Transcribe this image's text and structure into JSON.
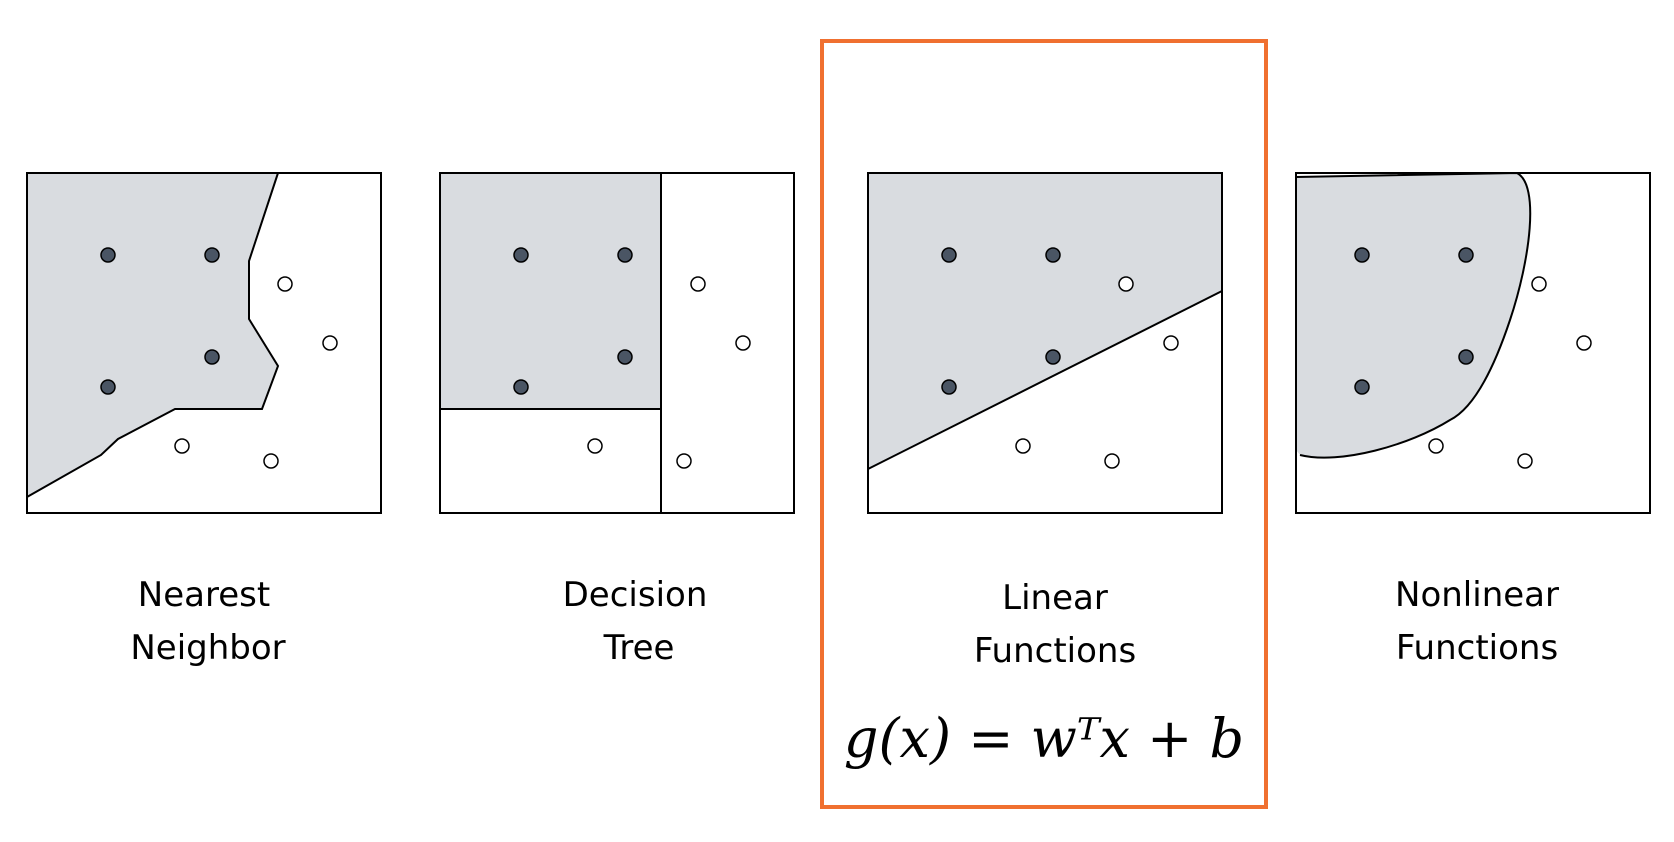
{
  "colors": {
    "region_fill": "#d9dce0",
    "dot_filled": "#4a5564",
    "dot_open": "#ffffff",
    "stroke": "#000000",
    "highlight": "#f07030"
  },
  "panels": [
    {
      "id": "nearest-neighbor",
      "label_line1": "Nearest",
      "label_line2": "Neighbor",
      "highlighted": false
    },
    {
      "id": "decision-tree",
      "label_line1": "Decision",
      "label_line2": "Tree",
      "highlighted": false
    },
    {
      "id": "linear-functions",
      "label_line1": "Linear",
      "label_line2": "Functions",
      "highlighted": true,
      "equation": "g(x) = wᵀx + b"
    },
    {
      "id": "nonlinear-functions",
      "label_line1": "Nonlinear",
      "label_line2": "Functions",
      "highlighted": false
    }
  ]
}
